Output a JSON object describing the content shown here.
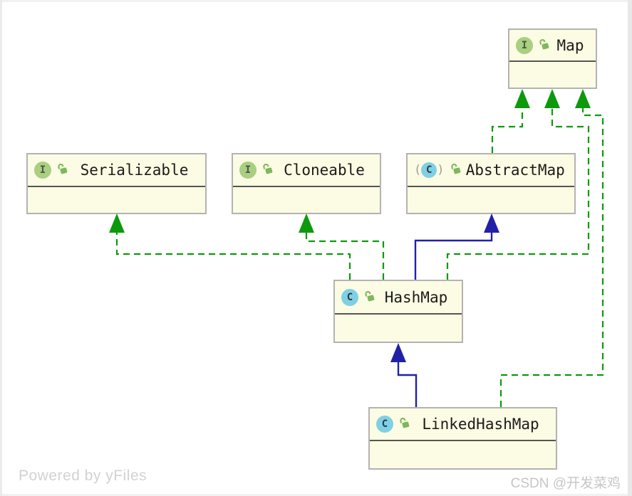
{
  "diagram": {
    "nodes": [
      {
        "id": "map",
        "label": "Map",
        "kind": "interface"
      },
      {
        "id": "serializable",
        "label": "Serializable",
        "kind": "interface"
      },
      {
        "id": "cloneable",
        "label": "Cloneable",
        "kind": "interface"
      },
      {
        "id": "abstractmap",
        "label": "AbstractMap",
        "kind": "abstract-class"
      },
      {
        "id": "hashmap",
        "label": "HashMap",
        "kind": "class"
      },
      {
        "id": "linkedhashmap",
        "label": "LinkedHashMap",
        "kind": "class"
      }
    ],
    "edges": [
      {
        "from": "AbstractMap",
        "to": "Map",
        "relation": "implements",
        "style": "dashed-green"
      },
      {
        "from": "HashMap",
        "to": "Map",
        "relation": "implements",
        "style": "dashed-green"
      },
      {
        "from": "LinkedHashMap",
        "to": "Map",
        "relation": "implements",
        "style": "dashed-green"
      },
      {
        "from": "HashMap",
        "to": "Serializable",
        "relation": "implements",
        "style": "dashed-green"
      },
      {
        "from": "HashMap",
        "to": "Cloneable",
        "relation": "implements",
        "style": "dashed-green"
      },
      {
        "from": "HashMap",
        "to": "AbstractMap",
        "relation": "extends",
        "style": "solid-blue"
      },
      {
        "from": "LinkedHashMap",
        "to": "HashMap",
        "relation": "extends",
        "style": "solid-blue"
      }
    ],
    "colors": {
      "implements_green": "#0c9a0c",
      "extends_blue": "#2121a8",
      "node_fill": "#fcfbe3",
      "node_border": "#b3b3b3",
      "interface_icon_green": "#a9cf82",
      "class_icon_blue": "#7fd0e4",
      "lock_green": "#7cb85c"
    }
  },
  "icons": {
    "interface_letter": "I",
    "class_letter": "C",
    "paren_open": "(",
    "paren_close": ")"
  },
  "footer": {
    "powered_by": "Powered by yFiles"
  },
  "watermark": {
    "text": "CSDN @开发菜鸡"
  }
}
